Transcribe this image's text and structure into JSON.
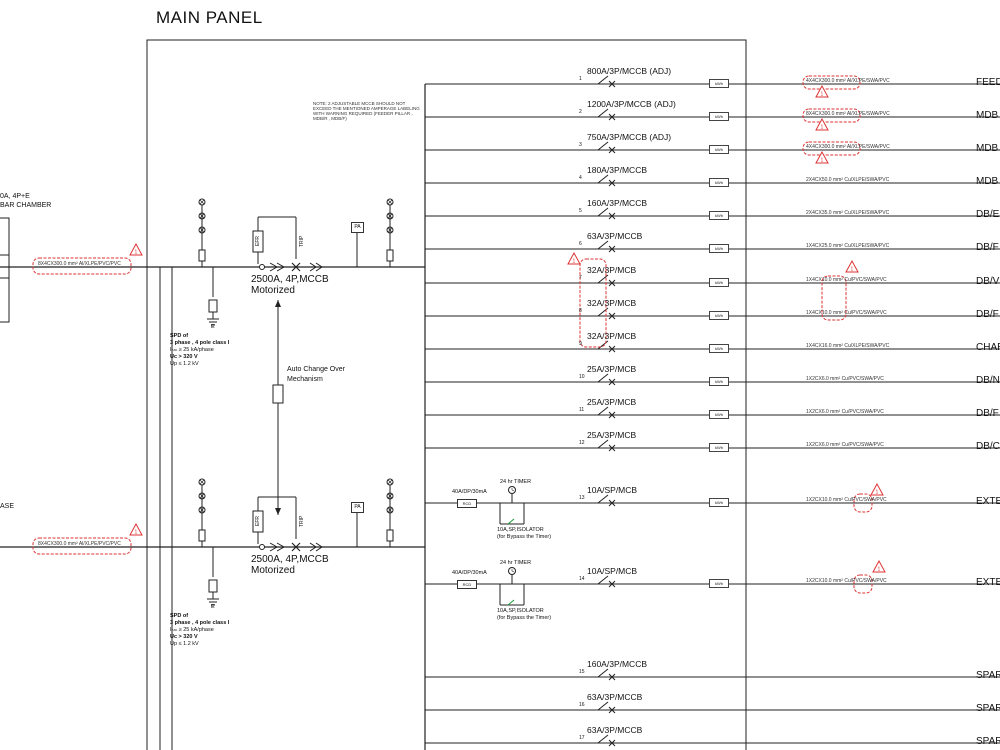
{
  "title": "MAIN PANEL",
  "incomers": [
    {
      "left_label_lines": [
        "0A, 4P+E",
        "BAR CHAMBER"
      ],
      "cable": "8X4CX300.0 mm² Al/XLPE/PVC/PVC",
      "breaker": "2500A, 4P,MCCB",
      "breaker_note": "Motorized",
      "efr": "EFR",
      "trip": "TRIP",
      "pa": "PA",
      "earth": "E",
      "spd": [
        "SPD of",
        "3 phase , 4 pole class I",
        "Iₙₘ ≥ 25 kA/phase",
        "Uc > 320 V",
        "Up ≤ 1.2 kV"
      ]
    },
    {
      "left_label_lines": [
        "ASE"
      ],
      "cable": "8X4CX300.0 mm² Al/XLPE/PVC/PVC",
      "breaker": "2500A, 4P,MCCB",
      "breaker_note": "Motorized",
      "efr": "EFR",
      "trip": "TRIP",
      "pa": "PA",
      "earth": "E",
      "spd": [
        "SPD of",
        "3 phase , 4 pole class I",
        "Iₙₘ ≥ 25 kA/phase",
        "Uc > 320 V",
        "Up ≤ 1.2 kV"
      ]
    }
  ],
  "auto_change_over": [
    "Auto Change Over",
    "Mechanism"
  ],
  "note_text": "NOTE: 2 ADJUSTABLE MCCB SHOULD NOT EXCEED THE MENTIONED AMPERAGE LABELING WITH WARNING REQUIRED (FEEDER PILLAR , MDB/R , MDB/F)",
  "meter_label": "kWh",
  "circuits": [
    {
      "num": "1",
      "rating": "800A/3P/MCCB (ADJ)",
      "cable": "4X4CX300.0 mm² Al/XLPE/SWA/PVC",
      "dest": "FEED",
      "flag": true
    },
    {
      "num": "2",
      "rating": "1200A/3P/MCCB (ADJ)",
      "cable": "8X4CX300.0 mm² Al/XLPE/SWA/PVC",
      "dest": "MDB",
      "flag": true
    },
    {
      "num": "3",
      "rating": "750A/3P/MCCB (ADJ)",
      "cable": "4X4CX300.0 mm² Al/XLPE/SWA/PVC",
      "dest": "MDB",
      "flag": true
    },
    {
      "num": "4",
      "rating": "180A/3P/MCCB",
      "cable": "2X4CX50.0 mm² Cu/XLPE/SWA/PVC",
      "dest": "MDB",
      "flag": false
    },
    {
      "num": "5",
      "rating": "160A/3P/MCCB",
      "cable": "2X4CX35.0 mm² Cu/XLPE/SWA/PVC",
      "dest": "DB/E",
      "flag": false
    },
    {
      "num": "6",
      "rating": "63A/3P/MCCB",
      "cable": "1X4CX25.0 mm² Cu/XLPE/SWA/PVC",
      "dest": "DB/F",
      "flag": false
    },
    {
      "num": "7",
      "rating": "32A/3P/MCB",
      "cable": "1X4CX10.0 mm² Cu/PVC/SWA/PVC",
      "dest": "DB/V",
      "flag": true
    },
    {
      "num": "8",
      "rating": "32A/3P/MCB",
      "cable": "1X4CX10.0 mm² Cu/PVC/SWA/PVC",
      "dest": "DB/F",
      "flag": false
    },
    {
      "num": "9",
      "rating": "32A/3P/MCB",
      "cable": "1X4CX16.0 mm² Cu/XLPE/SWA/PVC",
      "dest": "CHAR",
      "flag": false
    },
    {
      "num": "10",
      "rating": "25A/3P/MCB",
      "cable": "1X2CX6.0 mm² Cu/PVC/SWA/PVC",
      "dest": "DB/N",
      "flag": false
    },
    {
      "num": "11",
      "rating": "25A/3P/MCB",
      "cable": "1X2CX6.0 mm² Cu/PVC/SWA/PVC",
      "dest": "DB/F",
      "flag": false
    },
    {
      "num": "12",
      "rating": "25A/3P/MCB",
      "cable": "1X2CX6.0 mm² Cu/PVC/SWA/PVC",
      "dest": "DB/C",
      "flag": false
    },
    {
      "num": "13",
      "rating": "10A/SP/MCB",
      "cable": "1X2CX10.0 mm² Cu/PVC/SWA/PVC",
      "dest": "EXTE",
      "flag": true,
      "timer": true
    },
    {
      "num": "14",
      "rating": "10A/SP/MCB",
      "cable": "1X2CX10.0 mm² Cu/PVC/SWA/PVC",
      "dest": "EXTE",
      "flag": true,
      "timer": true
    },
    {
      "num": "15",
      "rating": "160A/3P/MCCB",
      "cable": "",
      "dest": "SPAR",
      "flag": false
    },
    {
      "num": "16",
      "rating": "63A/3P/MCCB",
      "cable": "",
      "dest": "SPAR",
      "flag": false
    },
    {
      "num": "17",
      "rating": "63A/3P/MCCB",
      "cable": "",
      "dest": "SPAR",
      "flag": false
    }
  ],
  "timer": {
    "rcd_rating": "40A/DP/30mA",
    "rcd": "RCD",
    "timer_label": "24 hr TIMER",
    "isolator": "10A,SP,ISOLATOR",
    "isolator_note": "(for Bypass the Timer)"
  },
  "flag_text": "1"
}
